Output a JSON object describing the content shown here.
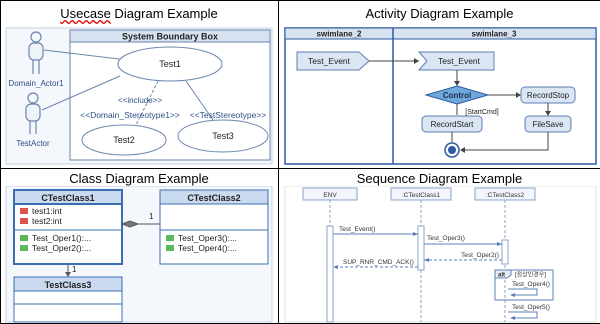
{
  "titles": {
    "usecase_word": "Usecase",
    "usecase_rest": " Diagram Example",
    "activity": "Activity Diagram Example",
    "class": "Class Diagram Example",
    "sequence": "Sequence Diagram Example"
  },
  "usecase": {
    "boundary": "System Boundary Box",
    "actor1": "Domain_Actor1",
    "actor2": "TestActor",
    "uc1": "Test1",
    "uc2": "Test2",
    "uc3": "Test3",
    "include": "<<include>>",
    "stereo1": "<<Domain_Stereotype1>>",
    "stereo2": "<<TestStereotype>>"
  },
  "activity": {
    "lane1": "swimlane_2",
    "lane2": "swimlane_3",
    "event1": "Test_Event",
    "event2": "Test_Event",
    "control": "Control",
    "guard": "[StartCmd]",
    "record_stop": "RecordStop",
    "record_start": "RecordStart",
    "file_save": "FileSave"
  },
  "class": {
    "c1": "CTestClass1",
    "c2": "CTestClass2",
    "c3": "TestClass3",
    "attr1": "test1:int",
    "attr2": "test2:int",
    "op1": "Test_Oper1():...",
    "op2": "Test_Oper2():...",
    "op3": "Test_Oper3():...",
    "op4": "Test_Oper4():...",
    "mult1": "1",
    "mult2": "1"
  },
  "sequence": {
    "env": "ENV",
    "l1": ":CTestClass1",
    "l2": ":CTestClass2",
    "m1": "Test_Event()",
    "m2": "Test_Oper3()",
    "m3": "Test_Oper2()",
    "m4": "SUP_RNR_CMD_ACK()",
    "alt": "alt",
    "guard": "[정상인경우]",
    "m5": "Test_Oper4()",
    "m6": "Test_Oper5()"
  }
}
